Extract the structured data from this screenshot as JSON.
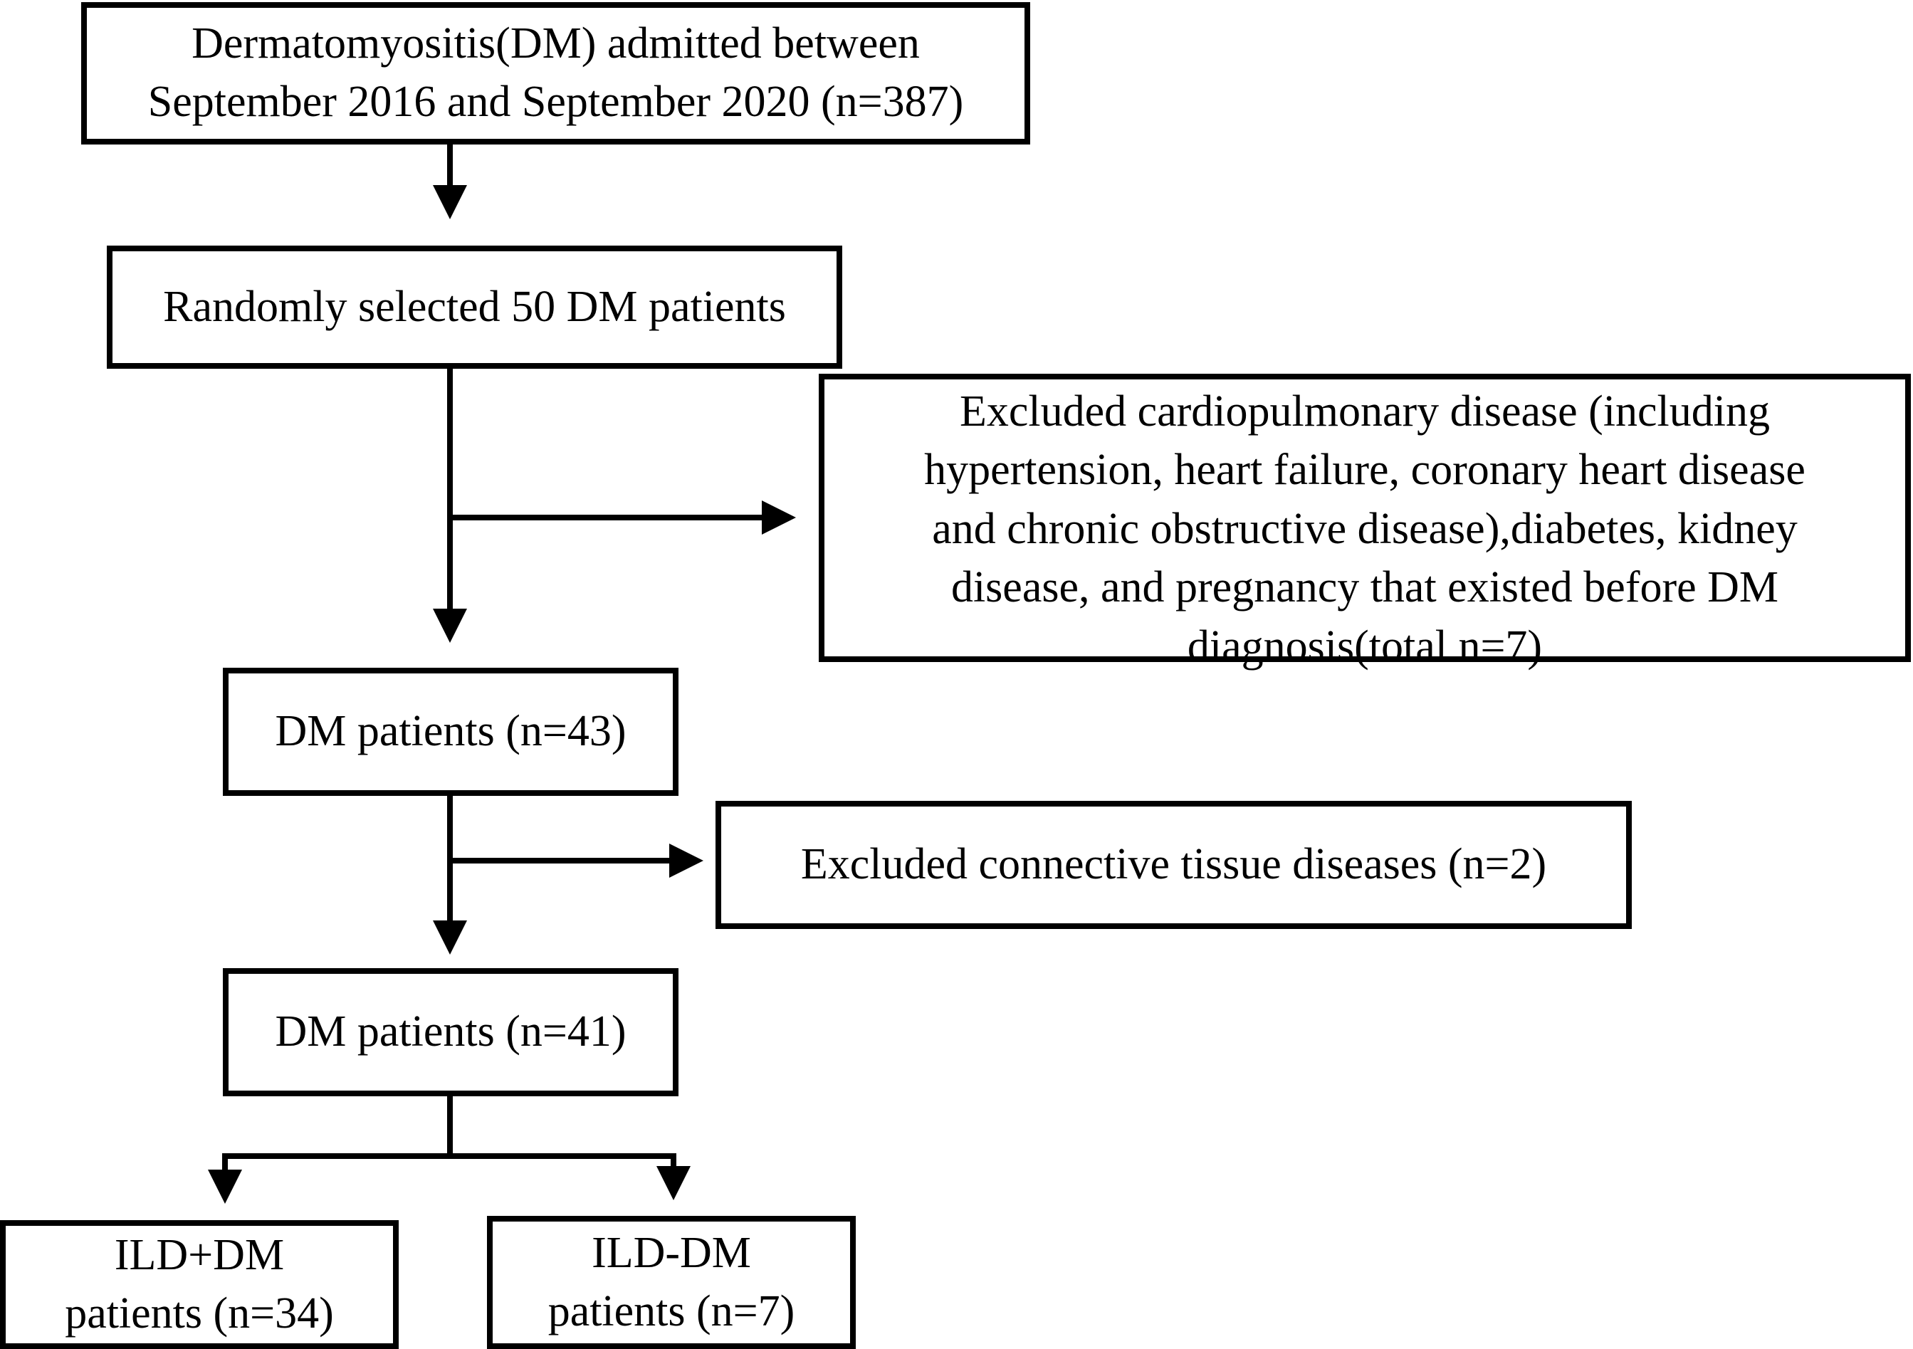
{
  "boxes": {
    "admitted": "Dermatomyositis(DM) admitted between\nSeptember 2016 and September 2020 (n=387)",
    "randomly_selected": "Randomly selected 50 DM patients",
    "excluded_cardiopulmonary": "Excluded cardiopulmonary disease (including\nhypertension, heart failure, coronary heart disease\nand chronic obstructive disease),diabetes, kidney\ndisease, and pregnancy that existed before DM\ndiagnosis(total n=7)",
    "dm_patients_43": "DM patients (n=43)",
    "excluded_connective": "Excluded connective tissue diseases (n=2)",
    "dm_patients_41": "DM patients (n=41)",
    "ild_plus_dm": "ILD+DM\npatients (n=34)",
    "ild_minus_dm": "ILD-DM\npatients (n=7)"
  }
}
